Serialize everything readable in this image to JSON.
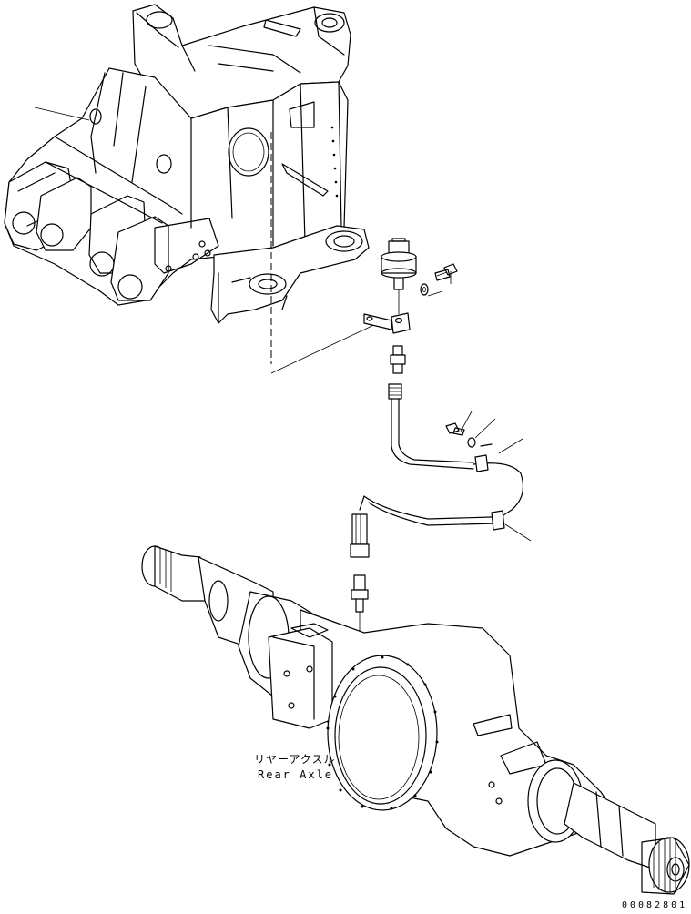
{
  "callout": {
    "label_jp": "リヤーアクスル",
    "label_en": "Rear Axle"
  },
  "drawing_number": "00082801",
  "parts": [
    "frame-icon",
    "sensor-icon",
    "bolt-icon",
    "washer-icon",
    "bracket-icon",
    "elbow-fitting-icon",
    "hose-icon",
    "clamp-icon",
    "breather-icon",
    "rear-axle-housing-icon"
  ]
}
